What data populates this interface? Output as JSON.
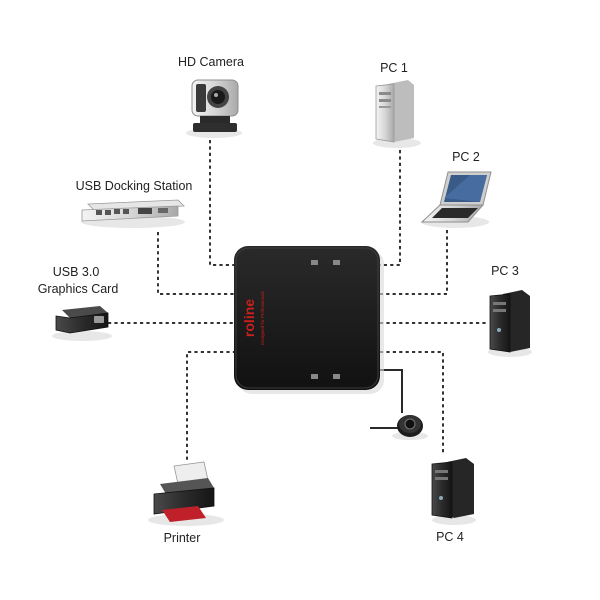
{
  "devices": {
    "hd_camera": "HD Camera",
    "pc1": "PC 1",
    "pc2": "PC 2",
    "usb_docking_station": "USB Docking Station",
    "pc3": "PC 3",
    "graphics_card_line1": "USB 3.0",
    "graphics_card_line2": "Graphics Card",
    "printer": "Printer",
    "pc4": "PC 4"
  },
  "hub": {
    "brand": "roline",
    "tagline": "Designed for Professionals"
  },
  "colors": {
    "hub_body": "#1b1b1b",
    "brand_red": "#c8201c",
    "connector": "#333333"
  }
}
